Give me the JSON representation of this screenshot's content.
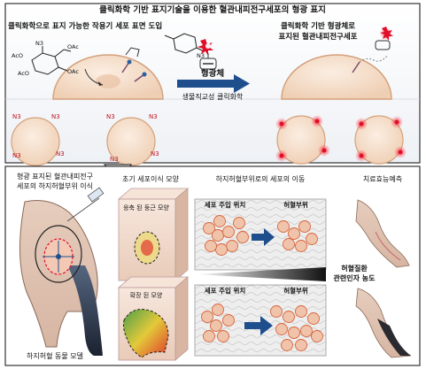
{
  "top_panel": {
    "title": "클릭화학 기반 표지기술을 이용한 혈관내피전구세포의 형광 표지",
    "left_caption": "클릭화학으로 표지 가능한 작용기 세포 표면 도입",
    "right_caption_line1": "클릭화학 기반 형광체로",
    "right_caption_line2": "표지된 혈관내피전구세포",
    "arrow_label": "형광체",
    "arrow_sublabel": "생물직교성 클릭화학",
    "sugar_groups": [
      "AcO",
      "AcO",
      "OAc",
      "OAc",
      "N3",
      "N3"
    ],
    "azide_label": "N3"
  },
  "bottom_panel": {
    "left_caption_line1": "형광 표지된 혈관내피전구",
    "left_caption_line2": "세포의 하지허혈부위 이식",
    "model_label": "하지허혈 동물 모델",
    "col1_header": "초기 세포이식 모양",
    "col2_header": "하지허혈부위로의 세포의 이동",
    "col3_header": "치료효능예측",
    "shape_top": "응축 된 둥근 모양",
    "shape_bottom": "확장 된 모양",
    "injection_site": "세포 주입 위치",
    "ischemic_site": "허혈부위",
    "factor_line1": "허혈질환",
    "factor_line2": "관련인자 농도"
  },
  "colors": {
    "cell_fill": "#f2d9c4",
    "cell_stroke": "#d4a17c",
    "arrow_blue": "#1f4e8c",
    "fluor_red": "#e0102a",
    "frame": "#333333"
  }
}
